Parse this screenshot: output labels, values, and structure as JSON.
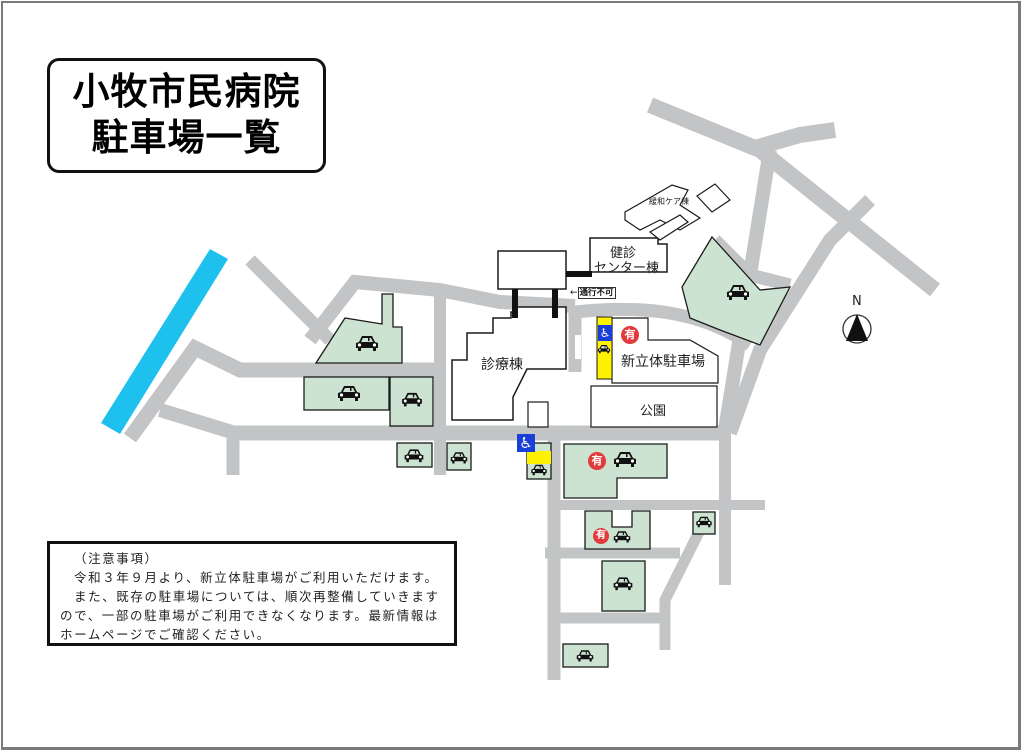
{
  "title": {
    "line1": "小牧市民病院",
    "line2": "駐車場一覧"
  },
  "notice": {
    "heading": "（注意事項）",
    "paragraph1": "令和３年９月より、新立体駐車場がご利用いただけます。",
    "paragraph2": "また、既存の駐車場については、順次再整備していきますので、一部の駐車場がご利用できなくなります。最新情報はホームページでご確認ください。"
  },
  "buildings": {
    "main": "診療棟",
    "health_center_line1": "健診",
    "health_center_line2": "センター棟",
    "palliative_care": "緩和ケア棟",
    "new_parking_structure": "新立体駐車場",
    "park": "公園"
  },
  "annotations": {
    "no_entry_arrow": "←",
    "no_entry": "通行不可",
    "compass_north": "N"
  },
  "icons": {
    "car": "car-icon",
    "accessible": "wheelchair-icon",
    "paid": "有",
    "compass": "north-arrow-icon"
  },
  "colors": {
    "road": "#c3c4c6",
    "parking_lot": "#cde3d2",
    "river": "#1ec0ee",
    "accessible_blue": "#1a3fd8",
    "accessible_yellow": "#fff200",
    "paid_red": "#e23b3b",
    "outline": "#1a1a1a"
  },
  "parking_lots": [
    {
      "id": "p-north-east",
      "paid": false,
      "accessible": false
    },
    {
      "id": "p-west-upper",
      "paid": false,
      "accessible": false
    },
    {
      "id": "p-west-middle-wide",
      "paid": false,
      "accessible": false
    },
    {
      "id": "p-west-middle-small",
      "paid": false,
      "accessible": false
    },
    {
      "id": "p-west-lower-1",
      "paid": false,
      "accessible": false
    },
    {
      "id": "p-west-lower-2",
      "paid": false,
      "accessible": false
    },
    {
      "id": "p-accessible-south",
      "paid": false,
      "accessible": true
    },
    {
      "id": "p-south-large",
      "paid": true,
      "accessible": false
    },
    {
      "id": "p-south-notched",
      "paid": true,
      "accessible": false
    },
    {
      "id": "p-south-east-small",
      "paid": false,
      "accessible": false
    },
    {
      "id": "p-south-middle",
      "paid": false,
      "accessible": false
    },
    {
      "id": "p-south-bottom",
      "paid": false,
      "accessible": false
    },
    {
      "id": "p-new-structure",
      "paid": true,
      "accessible": true
    }
  ]
}
